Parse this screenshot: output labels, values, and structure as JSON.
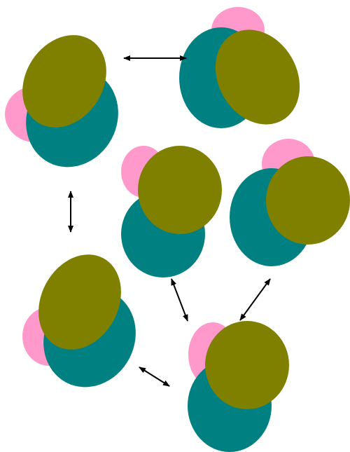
{
  "colors": {
    "background": "#ffffff",
    "teal": "#008080",
    "olive": "#808000",
    "pink": "#ff99cc",
    "arrow": "#000000"
  },
  "shapes": {
    "teal": "teal-ellipse",
    "olive": "olive-ellipse",
    "pink": "pink-ellipse"
  },
  "complexes": [
    {
      "name": "complex-top-left"
    },
    {
      "name": "complex-top-right"
    },
    {
      "name": "complex-middle-center"
    },
    {
      "name": "complex-middle-right"
    },
    {
      "name": "complex-bottom-left"
    },
    {
      "name": "complex-bottom-center"
    }
  ],
  "arrows": [
    {
      "name": "arrow-top-horizontal",
      "direction": "double-headed"
    },
    {
      "name": "arrow-left-vertical",
      "direction": "double-headed"
    },
    {
      "name": "arrow-center-diagonal",
      "direction": "double-headed"
    },
    {
      "name": "arrow-right-diagonal",
      "direction": "double-headed"
    },
    {
      "name": "arrow-bottom-diagonal",
      "direction": "double-headed"
    }
  ]
}
